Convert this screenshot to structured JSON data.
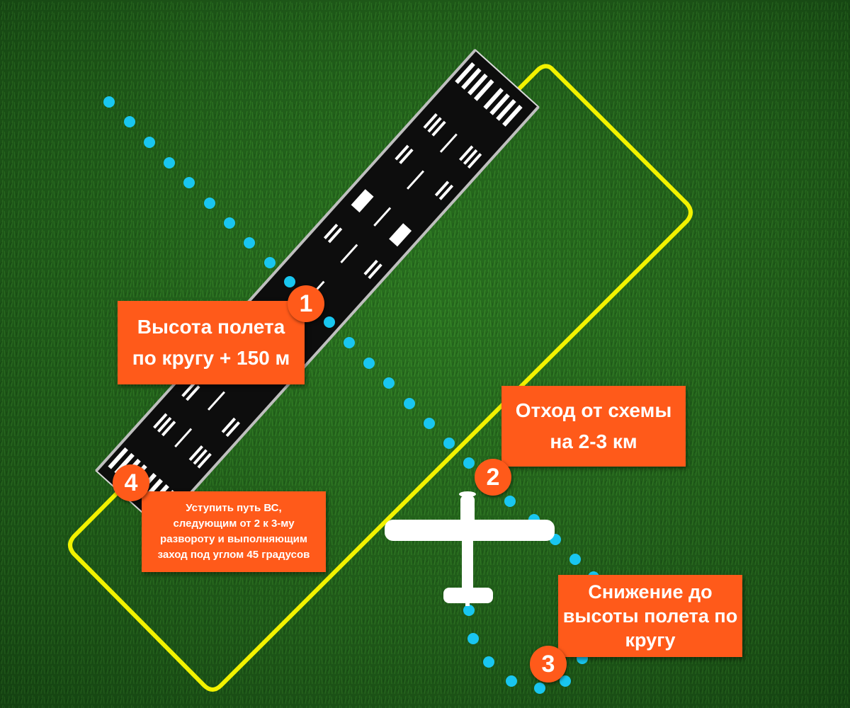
{
  "colors": {
    "grass_dark": "#123d12",
    "grass_light": "#2f7d22",
    "runway": "#0d0d0d",
    "runway_edge": "#e8e8e8",
    "pattern_line": "#f2f200",
    "path_dot": "#19c6f0",
    "label_bg": "#FF5A1A",
    "label_text": "#ffffff",
    "aircraft": "#ffffff"
  },
  "markers": [
    "1",
    "2",
    "3",
    "4"
  ],
  "labels": {
    "altitude": [
      "Высота полета",
      "по кругу + 150 м"
    ],
    "deviation": [
      "Отход от схемы",
      "на 2-3 км"
    ],
    "descent": [
      "Снижение до",
      "высоты полета по",
      "кругу"
    ],
    "yield": [
      "Уступить путь ВС,",
      "следующим от 2 к 3-му",
      "развороту и выполняющим",
      "заход под углом 45 градусов"
    ]
  },
  "icons": {
    "aircraft": "aircraft-icon",
    "runway": "runway-shape"
  }
}
